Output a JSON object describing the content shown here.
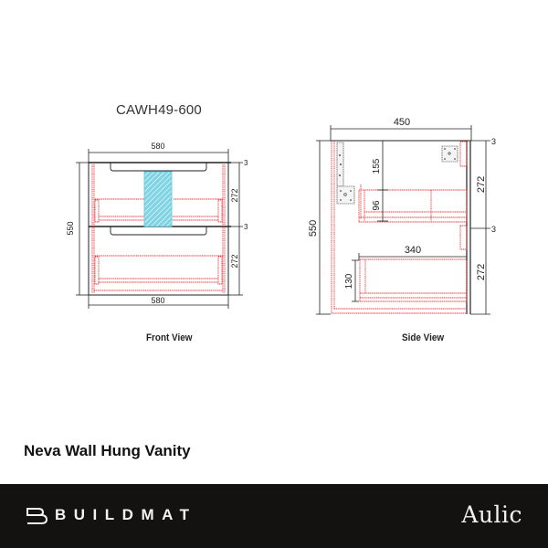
{
  "drawing": {
    "model_code": "CAWH49-600",
    "front_view": {
      "label": "Front View",
      "dimensions": {
        "top_width": "580",
        "bottom_width": "580",
        "overall_height": "550",
        "drawer_gap_top": "3",
        "drawer_height_top": "272",
        "drawer_gap_middle": "3",
        "drawer_height_bottom": "272"
      }
    },
    "side_view": {
      "label": "Side View",
      "dimensions": {
        "depth": "450",
        "overall_height": "550",
        "top_clearance": "155",
        "inner_drawer_height": "96",
        "lower_drawer_depth": "340",
        "lower_drawer_height": "130",
        "drawer_gap_top": "3",
        "drawer_height_top": "272",
        "drawer_gap_middle": "3",
        "drawer_height_bottom": "272"
      }
    },
    "colors": {
      "outline": "#222222",
      "hidden_lines": "#e8383d",
      "plumbing_zone": "#5cc8dc"
    }
  },
  "product": {
    "title": "Neva Wall Hung Vanity"
  },
  "footer": {
    "brand": "BUILDMAT",
    "partner": "Aulic",
    "background": "#141210"
  }
}
